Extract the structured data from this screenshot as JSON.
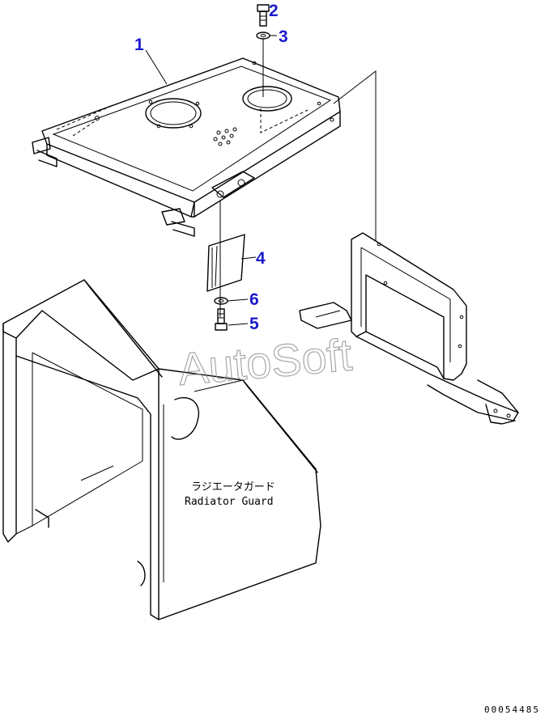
{
  "callouts": [
    {
      "id": "1",
      "label": "1"
    },
    {
      "id": "2",
      "label": "2"
    },
    {
      "id": "3",
      "label": "3"
    },
    {
      "id": "4",
      "label": "4"
    },
    {
      "id": "5",
      "label": "5"
    },
    {
      "id": "6",
      "label": "6"
    }
  ],
  "callout_color": "#1a1acc",
  "note": {
    "japanese": "ラジエータガード",
    "english": "Radiator Guard"
  },
  "watermark": "AutoSoft",
  "document_number": "00054485"
}
